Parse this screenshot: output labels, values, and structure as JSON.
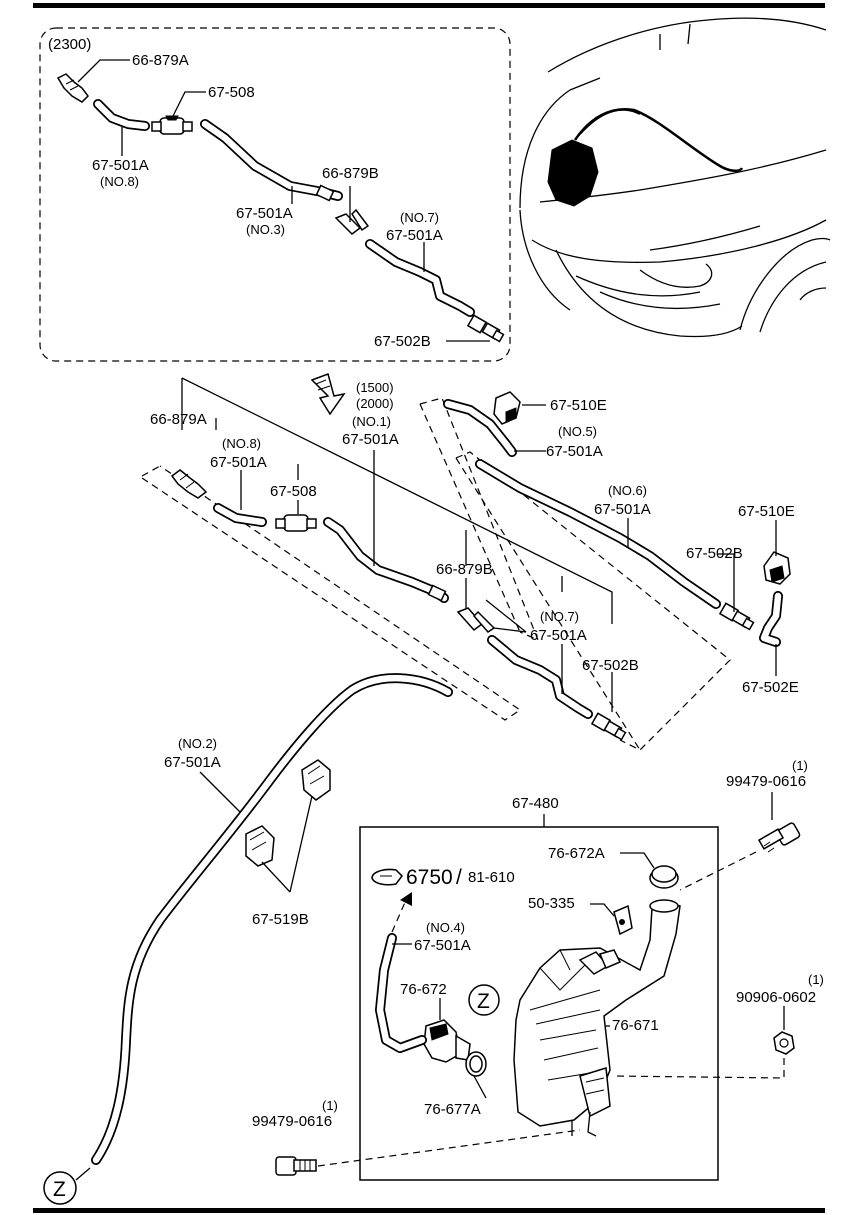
{
  "diagram": {
    "group_variant": "(2300)",
    "labels": {
      "l1": "66-879A",
      "l2": "67-508",
      "l3": "67-501A",
      "l3s": "(NO.8)",
      "l4": "67-501A",
      "l4s": "(NO.3)",
      "l5": "66-879B",
      "l6s": "(NO.7)",
      "l6": "67-501A",
      "l7": "67-502B",
      "m_v1": "(1500)",
      "m_v2": "(2000)",
      "m_no1": "(NO.1)",
      "m_501a": "67-501A",
      "m_879a": "66-879A",
      "m_no8": "(NO.8)",
      "m_501a8": "67-501A",
      "m_508": "67-508",
      "m_510e": "67-510E",
      "m_no5": "(NO.5)",
      "m_501a5": "67-501A",
      "m_no6": "(NO.6)",
      "m_501a6": "67-501A",
      "m_510e2": "67-510E",
      "m_502b": "67-502B",
      "m_879b": "66-879B",
      "m_no7": "(NO.7)",
      "m_501a7": "67-501A",
      "m_502b2": "67-502B",
      "m_502e": "67-502E",
      "b_no2": "(NO.2)",
      "b_501a": "67-501A",
      "b_519b": "67-519B",
      "b_480": "67-480",
      "b_q1": "(1)",
      "b_bolt1": "99479-0616",
      "b_672a": "76-672A",
      "b_ref": "6750",
      "b_slash": "/",
      "b_ref2": "81-610",
      "b_335": "50-335",
      "b_no4": "(NO.4)",
      "b_501a4": "67-501A",
      "b_q2": "(1)",
      "b_nut": "90906-0602",
      "b_672": "76-672",
      "b_z": "Z",
      "b_671": "76-671",
      "b_677a": "76-677A",
      "b_q3": "(1)",
      "b_bolt2": "99479-0616",
      "b_z2": "Z"
    }
  }
}
